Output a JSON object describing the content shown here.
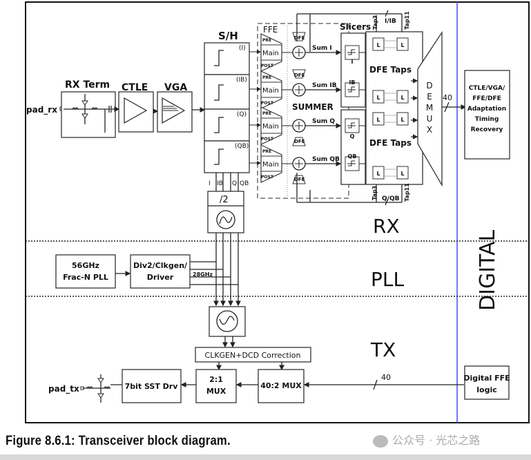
{
  "figure": {
    "caption": "Figure 8.6.1: Transceiver block diagram.",
    "watermark": "公众号 · 光芯之路"
  },
  "colors": {
    "digital_divider": "#5555ee",
    "line": "#222222"
  },
  "regions": {
    "rx": "RX",
    "pll": "PLL",
    "tx": "TX",
    "digital": "DIGITAL"
  },
  "rx": {
    "pad": "pad_rx",
    "rx_term": "RX Term",
    "ctle": "CTLE",
    "vga": "VGA",
    "sh": {
      "title": "S/H",
      "phases": [
        "(I)",
        "(IB)",
        "(Q)",
        "(QB)"
      ]
    },
    "ffe": {
      "title": "FFE",
      "pre": "PRE",
      "main": "Main",
      "post": "POST"
    },
    "dfe_label": "DFE",
    "summer": "SUMMER",
    "sums": [
      "Sum I",
      "Sum IB",
      "Sum Q",
      "Sum QB"
    ],
    "slicers": {
      "title": "Slicers",
      "labels": [
        "I",
        "IB",
        "Q",
        "QB"
      ]
    },
    "dfe_taps": [
      "DFE Taps",
      "DFE Taps"
    ],
    "latch": "L",
    "tap3": "Tap3",
    "tap11": "Tap11",
    "bus_top": "I/IB",
    "bus_bottom": "Q/QB",
    "demux_letters": [
      "D",
      "E",
      "M",
      "U",
      "X"
    ],
    "bus_width": "40",
    "div2": "/2",
    "clk_phases": [
      "I",
      "IB",
      "Q",
      "QB"
    ]
  },
  "digital": {
    "adaptation": [
      "CTLE/VGA/",
      "FFE/DFE",
      "Adaptation",
      "Timing",
      "Recovery"
    ],
    "ffe_logic": [
      "Digital FFE",
      "logic"
    ]
  },
  "pll": {
    "frac_n": [
      "56GHz",
      "Frac-N PLL"
    ],
    "div2": [
      "Div2/Clkgen/",
      "Driver"
    ],
    "freq": "28GHz"
  },
  "tx": {
    "clkgen": "CLKGEN+DCD Correction",
    "mux40": "40:2 MUX",
    "mux21": [
      "2:1",
      "MUX"
    ],
    "driver": "7bit SST Drv",
    "pad": "pad_tx",
    "bus_width": "40"
  }
}
